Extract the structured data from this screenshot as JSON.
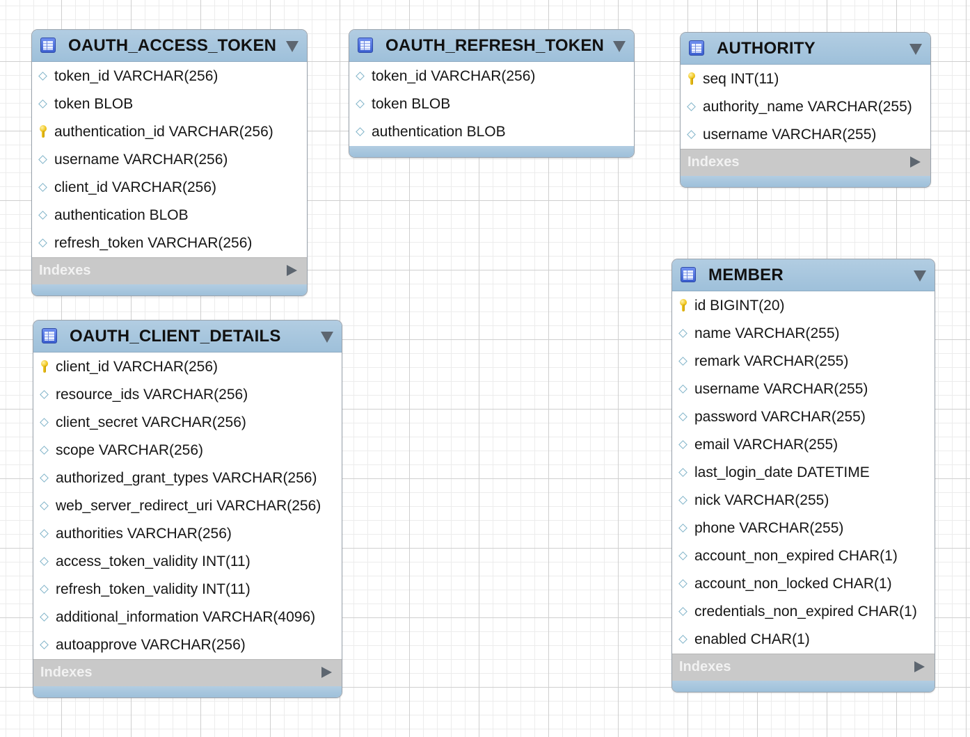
{
  "tables": [
    {
      "name": "OAUTH_ACCESS_TOKEN",
      "columns": [
        {
          "text": "token_id VARCHAR(256)",
          "key": false
        },
        {
          "text": "token BLOB",
          "key": false
        },
        {
          "text": "authentication_id VARCHAR(256)",
          "key": true
        },
        {
          "text": "username VARCHAR(256)",
          "key": false
        },
        {
          "text": "client_id VARCHAR(256)",
          "key": false
        },
        {
          "text": "authentication BLOB",
          "key": false
        },
        {
          "text": "refresh_token VARCHAR(256)",
          "key": false
        }
      ],
      "indexes_label": "Indexes"
    },
    {
      "name": "OAUTH_REFRESH_TOKEN",
      "columns": [
        {
          "text": "token_id VARCHAR(256)",
          "key": false
        },
        {
          "text": "token BLOB",
          "key": false
        },
        {
          "text": "authentication BLOB",
          "key": false
        }
      ]
    },
    {
      "name": "AUTHORITY",
      "columns": [
        {
          "text": "seq INT(11)",
          "key": true
        },
        {
          "text": "authority_name VARCHAR(255)",
          "key": false
        },
        {
          "text": "username VARCHAR(255)",
          "key": false
        }
      ],
      "indexes_label": "Indexes"
    },
    {
      "name": "OAUTH_CLIENT_DETAILS",
      "columns": [
        {
          "text": "client_id VARCHAR(256)",
          "key": true
        },
        {
          "text": "resource_ids VARCHAR(256)",
          "key": false
        },
        {
          "text": "client_secret VARCHAR(256)",
          "key": false
        },
        {
          "text": "scope VARCHAR(256)",
          "key": false
        },
        {
          "text": "authorized_grant_types VARCHAR(256)",
          "key": false
        },
        {
          "text": "web_server_redirect_uri VARCHAR(256)",
          "key": false
        },
        {
          "text": "authorities VARCHAR(256)",
          "key": false
        },
        {
          "text": "access_token_validity INT(11)",
          "key": false
        },
        {
          "text": "refresh_token_validity INT(11)",
          "key": false
        },
        {
          "text": "additional_information VARCHAR(4096)",
          "key": false
        },
        {
          "text": "autoapprove VARCHAR(256)",
          "key": false
        }
      ],
      "indexes_label": "Indexes"
    },
    {
      "name": "MEMBER",
      "columns": [
        {
          "text": "id BIGINT(20)",
          "key": true
        },
        {
          "text": "name VARCHAR(255)",
          "key": false
        },
        {
          "text": "remark VARCHAR(255)",
          "key": false
        },
        {
          "text": "username VARCHAR(255)",
          "key": false
        },
        {
          "text": "password VARCHAR(255)",
          "key": false
        },
        {
          "text": "email VARCHAR(255)",
          "key": false
        },
        {
          "text": "last_login_date DATETIME",
          "key": false
        },
        {
          "text": "nick VARCHAR(255)",
          "key": false
        },
        {
          "text": "phone VARCHAR(255)",
          "key": false
        },
        {
          "text": "account_non_expired CHAR(1)",
          "key": false
        },
        {
          "text": "account_non_locked CHAR(1)",
          "key": false
        },
        {
          "text": "credentials_non_expired CHAR(1)",
          "key": false
        },
        {
          "text": "enabled CHAR(1)",
          "key": false
        }
      ],
      "indexes_label": "Indexes"
    }
  ]
}
